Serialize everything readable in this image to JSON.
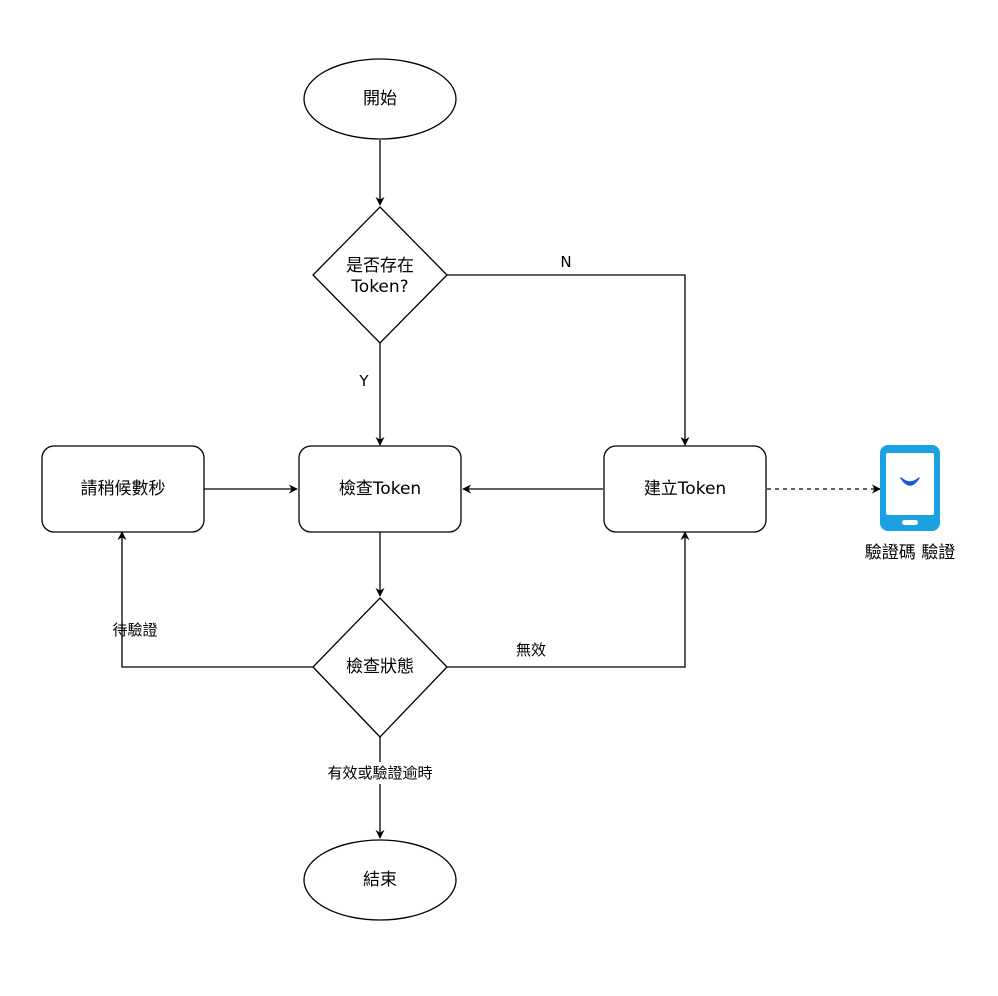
{
  "nodes": {
    "start": "開始",
    "check_exists_line1": "是否存在",
    "check_exists_line2": "Token?",
    "wait": "請稍候數秒",
    "check_token": "檢查Token",
    "create_token": "建立Token",
    "check_status": "檢查狀態",
    "end": "結束"
  },
  "edges": {
    "no": "N",
    "yes": "Y",
    "pending": "待驗證",
    "invalid": "無效",
    "valid_or_timeout": "有效或驗證逾時"
  },
  "external": {
    "phone_label": "驗證碼 驗證",
    "phone_icon": "smartphone-icon",
    "phone_color": "#1ba1e2",
    "phone_accent": "#1a56db"
  }
}
